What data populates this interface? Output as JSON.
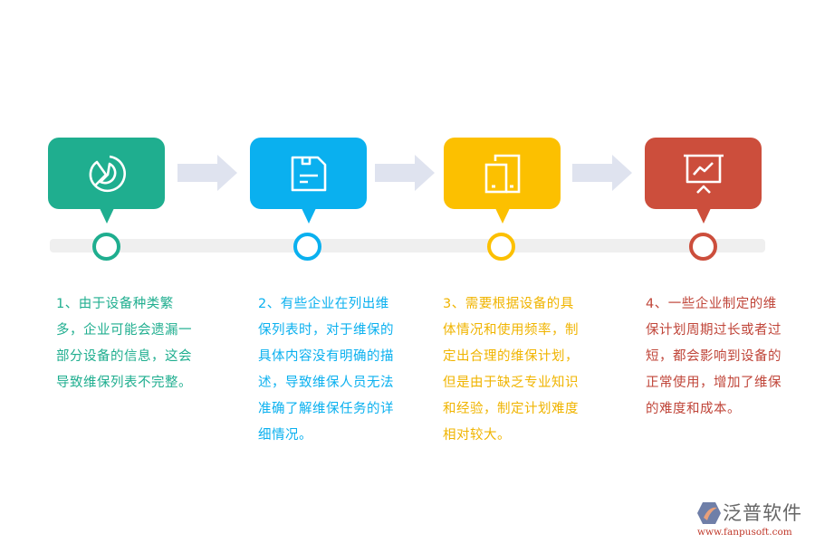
{
  "colors": {
    "step1": "#1fae8f",
    "step2": "#0ab0ef",
    "step3": "#fcc000",
    "step4": "#cc4e3c",
    "arrow": "#dfe3ef",
    "track": "#efefef"
  },
  "steps": [
    {
      "icon": "pie-chart-icon",
      "text": "1、由于设备种类繁多，企业可能会遗漏一部分设备的信息，这会导致维保列表不完整。"
    },
    {
      "icon": "save-document-icon",
      "text": "2、有些企业在列出维保列表时，对于维保的具体内容没有明确的描述，导致维保人员无法准确了解维保任务的详细情况。"
    },
    {
      "icon": "devices-icon",
      "text": "3、需要根据设备的具体情况和使用频率，制定出合理的维保计划，但是由于缺乏专业知识和经验，制定计划难度相对较大。"
    },
    {
      "icon": "presentation-chart-icon",
      "text": "4、一些企业制定的维保计划周期过长或者过短，都会影响到设备的正常使用，增加了维保的难度和成本。"
    }
  ],
  "logo": {
    "name": "泛普软件",
    "url": "www.fanpusoft.com"
  }
}
